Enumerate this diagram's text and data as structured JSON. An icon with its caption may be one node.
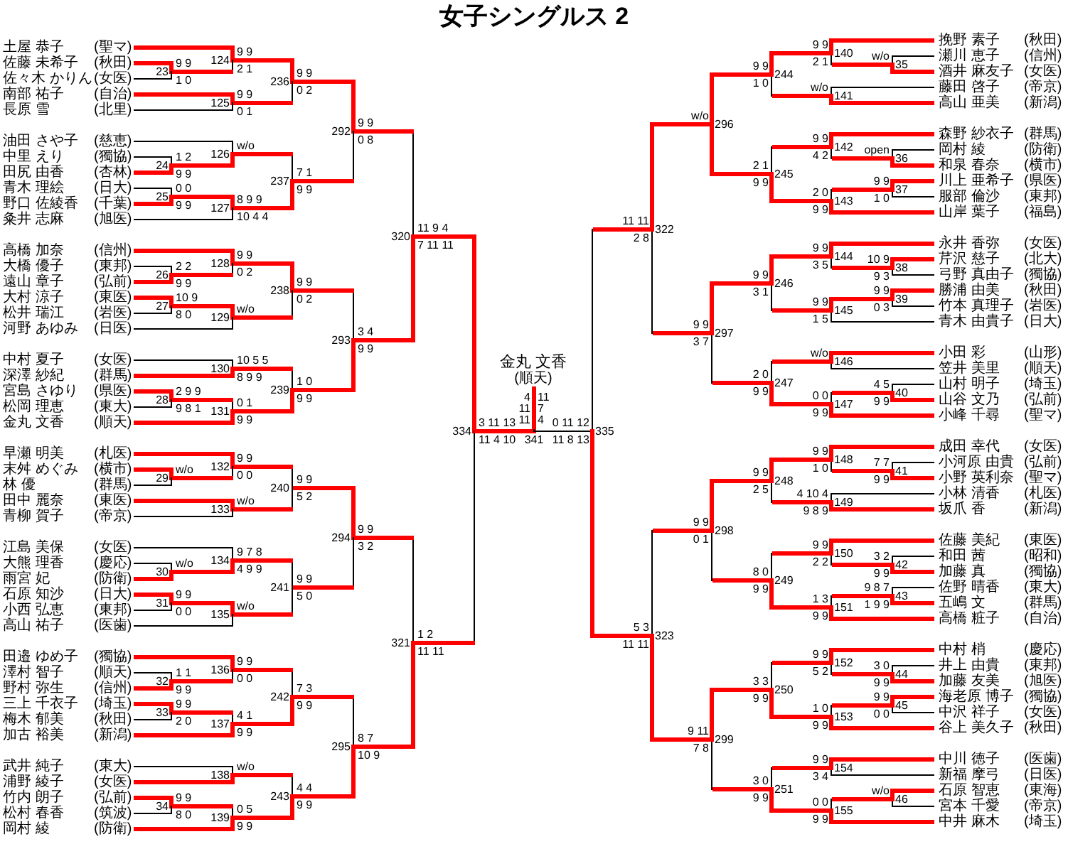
{
  "diagram": {
    "title": "女子シングルス 2",
    "nodes": [
      {
        "text": [
          "土屋 恭子",
          "(聖マ)"
        ]
      },
      {
        "text": [
          "佐藤 未希子",
          "(秋田)"
        ]
      },
      {
        "text": [
          "佐々木 かりん",
          "(女医)"
        ]
      },
      {
        "text": [
          "南部 祐子",
          "(自治)"
        ]
      },
      {
        "text": [
          "長原 雪",
          "(北里)"
        ]
      },
      {
        "text": [
          "油田 さや子",
          "(慈恵)"
        ]
      },
      {
        "text": [
          "中里 えり",
          "(獨協)"
        ]
      },
      {
        "text": [
          "田尻 由香",
          "(杏林)"
        ]
      },
      {
        "text": [
          "青木 理絵",
          "(日大)"
        ]
      },
      {
        "text": [
          "野口 佐綾香",
          "(千葉)"
        ]
      },
      {
        "text": [
          "粂井 志麻",
          "(旭医)"
        ]
      },
      {
        "text": [
          "高橋 加奈",
          "(信州)"
        ]
      },
      {
        "text": [
          "大橋 優子",
          "(東邦)"
        ]
      },
      {
        "text": [
          "遠山 章子",
          "(弘前)"
        ]
      },
      {
        "text": [
          "大村 涼子",
          "(東医)"
        ]
      },
      {
        "text": [
          "松井 瑞江",
          "(岩医)"
        ]
      },
      {
        "text": [
          "河野 あゆみ",
          "(日医)"
        ]
      },
      {
        "text": [
          "中村 夏子",
          "(女医)"
        ]
      },
      {
        "text": [
          "深澤 紗紀",
          "(群馬)"
        ]
      },
      {
        "text": [
          "宮島 さゆり",
          "(県医)"
        ]
      },
      {
        "text": [
          "松岡 理恵",
          "(東大)"
        ]
      },
      {
        "text": [
          "金丸 文香",
          "(順天)"
        ]
      },
      {
        "text": [
          "早瀬 明美",
          "(札医)"
        ]
      },
      {
        "text": [
          "末舛 めぐみ",
          "(横市)"
        ]
      },
      {
        "text": [
          "林 優",
          "(群馬)"
        ]
      },
      {
        "text": [
          "田中 麗奈",
          "(東医)"
        ]
      },
      {
        "text": [
          "青柳 賀子",
          "(帝京)"
        ]
      },
      {
        "text": [
          "江島 美保",
          "(女医)"
        ]
      },
      {
        "text": [
          "大熊 理香",
          "(慶応)"
        ]
      },
      {
        "text": [
          "雨宮 妃",
          "(防衛)"
        ]
      },
      {
        "text": [
          "石原 知沙",
          "(日大)"
        ]
      },
      {
        "text": [
          "小西 弘恵",
          "(東邦)"
        ]
      },
      {
        "text": [
          "高山 祐子",
          "(医歯)"
        ]
      },
      {
        "text": [
          "田邉 ゆめ子",
          "(獨協)"
        ]
      },
      {
        "text": [
          "澤村 智子",
          "(順天)"
        ]
      },
      {
        "text": [
          "野村 弥生",
          "(信州)"
        ]
      },
      {
        "text": [
          "三上 千衣子",
          "(埼玉)"
        ]
      },
      {
        "text": [
          "梅木 郁美",
          "(秋田)"
        ]
      },
      {
        "text": [
          "加古 裕美",
          "(新潟)"
        ]
      },
      {
        "text": [
          "武井 純子",
          "(東大)"
        ]
      },
      {
        "text": [
          "浦野 綾子",
          "(女医)"
        ]
      },
      {
        "text": [
          "竹内 朗子",
          "(弘前)"
        ]
      },
      {
        "text": [
          "松村 春香",
          "(筑波)"
        ]
      },
      {
        "text": [
          "岡村 綾",
          "(防衛)"
        ]
      },
      {
        "text": [
          "9 9",
          "1 0"
        ],
        "beside": [
          "23"
        ]
      },
      {
        "text": [
          "1 2",
          "9 9"
        ],
        "beside": [
          "24"
        ]
      },
      {
        "text": [
          "0 0",
          "9 9"
        ],
        "beside": [
          "25"
        ]
      },
      {
        "text": [
          "2 2",
          "9 9"
        ],
        "beside": [
          "26"
        ]
      },
      {
        "text": [
          "10 9",
          "8 0"
        ],
        "beside": [
          "27"
        ]
      },
      {
        "text": [
          "2 9 9",
          "9 8 1"
        ],
        "beside": [
          "28"
        ]
      },
      {
        "text": [
          "w/o"
        ],
        "beside": [
          "29"
        ]
      },
      {
        "text": [
          "w/o"
        ],
        "beside": [
          "30"
        ]
      },
      {
        "text": [
          "9 9",
          "0 0"
        ],
        "beside": [
          "31"
        ]
      },
      {
        "text": [
          "1 1",
          "9 9"
        ],
        "beside": [
          "32"
        ]
      },
      {
        "text": [
          "9 9",
          "2 0"
        ],
        "beside": [
          "33"
        ]
      },
      {
        "text": [
          "9 9",
          "8 0"
        ],
        "beside": [
          "34"
        ]
      },
      {
        "text": [
          "9 9",
          "2 1"
        ],
        "beside": [
          "124"
        ]
      },
      {
        "text": [
          "9 9",
          "0 1"
        ],
        "beside": [
          "125"
        ]
      },
      {
        "text": [
          "w/o"
        ],
        "beside": [
          "126"
        ]
      },
      {
        "text": [
          "8 9 9",
          "10 4 4"
        ],
        "beside": [
          "127"
        ]
      },
      {
        "text": [
          "9 9",
          "0 2"
        ],
        "beside": [
          "128"
        ]
      },
      {
        "text": [
          "w/o"
        ],
        "beside": [
          "129"
        ]
      },
      {
        "text": [
          "10 5 5",
          "8 9 9"
        ],
        "beside": [
          "130"
        ]
      },
      {
        "text": [
          "0 1",
          "9 9"
        ],
        "beside": [
          "131"
        ]
      },
      {
        "text": [
          "9 9",
          "0 0"
        ],
        "beside": [
          "132"
        ]
      },
      {
        "text": [
          "w/o"
        ],
        "beside": [
          "133"
        ]
      },
      {
        "text": [
          "9 7 8",
          "4 9 9"
        ],
        "beside": [
          "134"
        ]
      },
      {
        "text": [
          "w/o"
        ],
        "beside": [
          "135"
        ]
      },
      {
        "text": [
          "9 9",
          "0 0"
        ],
        "beside": [
          "136"
        ]
      },
      {
        "text": [
          "4 1",
          "9 9"
        ],
        "beside": [
          "137"
        ]
      },
      {
        "text": [
          "w/o"
        ],
        "beside": [
          "138"
        ]
      },
      {
        "text": [
          "0 5",
          "9 9"
        ],
        "beside": [
          "139"
        ]
      },
      {
        "text": [
          "9 9",
          "0 2"
        ],
        "beside": [
          "236"
        ]
      },
      {
        "text": [
          "7 1",
          "9 9"
        ],
        "beside": [
          "237"
        ]
      },
      {
        "text": [
          "9 9",
          "0 2"
        ],
        "beside": [
          "238"
        ]
      },
      {
        "text": [
          "1 0",
          "9 9"
        ],
        "beside": [
          "239"
        ]
      },
      {
        "text": [
          "9 9",
          "5 2"
        ],
        "beside": [
          "240"
        ]
      },
      {
        "text": [
          "9 9",
          "5 0"
        ],
        "beside": [
          "241"
        ]
      },
      {
        "text": [
          "7 3",
          "9 9"
        ],
        "beside": [
          "242"
        ]
      },
      {
        "text": [
          "4 4",
          "9 9"
        ],
        "beside": [
          "243"
        ]
      },
      {
        "text": [
          "9 9",
          "0 8"
        ],
        "beside": [
          "292"
        ]
      },
      {
        "text": [
          "3 4",
          "9 9"
        ],
        "beside": [
          "293"
        ]
      },
      {
        "text": [
          "9 9",
          "3 2"
        ],
        "beside": [
          "294"
        ]
      },
      {
        "text": [
          "8 7",
          "10 9"
        ],
        "beside": [
          "295"
        ]
      },
      {
        "text": [
          "11 9 4",
          "7 11 11"
        ],
        "beside": [
          "320"
        ]
      },
      {
        "text": [
          "1 2",
          "11 11"
        ],
        "beside": [
          "321"
        ]
      },
      {
        "text": [
          "3 11 13",
          "11 4 10"
        ],
        "beside": [
          "334"
        ]
      },
      {
        "text": [
          "金丸 文香",
          "(順天)"
        ]
      },
      {
        "text": [
          "4 11 11",
          "11 7 4"
        ],
        "beside": [
          "341"
        ]
      },
      {
        "text": [
          "0 11 12",
          "11 8 13"
        ],
        "beside": [
          "335"
        ]
      },
      {
        "text": [
          "11 11",
          "2 8"
        ],
        "beside": [
          "322"
        ]
      },
      {
        "text": [
          "5 3",
          "11 11"
        ],
        "beside": [
          "323"
        ]
      },
      {
        "text": [
          "w/o"
        ],
        "beside": [
          "296"
        ]
      },
      {
        "text": [
          "9 9",
          "3 7"
        ],
        "beside": [
          "297"
        ]
      },
      {
        "text": [
          "9 9",
          "0 1"
        ],
        "beside": [
          "298"
        ]
      },
      {
        "text": [
          "9 11",
          "7 8"
        ],
        "beside": [
          "299"
        ]
      },
      {
        "text": [
          "9 9",
          "1 0"
        ],
        "beside": [
          "244"
        ]
      },
      {
        "text": [
          "2 1",
          "9 9"
        ],
        "beside": [
          "245"
        ]
      },
      {
        "text": [
          "9 9",
          "3 1"
        ],
        "beside": [
          "246"
        ]
      },
      {
        "text": [
          "2 0",
          "9 9"
        ],
        "beside": [
          "247"
        ]
      },
      {
        "text": [
          "9 9",
          "2 5"
        ],
        "beside": [
          "248"
        ]
      },
      {
        "text": [
          "8 0",
          "9 9"
        ],
        "beside": [
          "249"
        ]
      },
      {
        "text": [
          "3 3",
          "9 9"
        ],
        "beside": [
          "250"
        ]
      },
      {
        "text": [
          "3 0",
          "9 9"
        ],
        "beside": [
          "251"
        ]
      },
      {
        "text": [
          "9 9",
          "2 1"
        ],
        "beside": [
          "140"
        ]
      },
      {
        "text": [
          "w/o"
        ],
        "beside": [
          "141"
        ]
      },
      {
        "text": [
          "9 9",
          "4 2"
        ],
        "beside": [
          "142"
        ]
      },
      {
        "text": [
          "2 0",
          "9 9"
        ],
        "beside": [
          "143"
        ]
      },
      {
        "text": [
          "9 9",
          "3 5"
        ],
        "beside": [
          "144"
        ]
      },
      {
        "text": [
          "9 9",
          "1 5"
        ],
        "beside": [
          "145"
        ]
      },
      {
        "text": [
          "w/o"
        ],
        "beside": [
          "146"
        ]
      },
      {
        "text": [
          "0 0",
          "9 9"
        ],
        "beside": [
          "147"
        ]
      },
      {
        "text": [
          "9 9",
          "1 0"
        ],
        "beside": [
          "148"
        ]
      },
      {
        "text": [
          "4 10 4",
          "9 8 9"
        ],
        "beside": [
          "149"
        ]
      },
      {
        "text": [
          "9 9",
          "2 2"
        ],
        "beside": [
          "150"
        ]
      },
      {
        "text": [
          "1 3",
          "9 9"
        ],
        "beside": [
          "151"
        ]
      },
      {
        "text": [
          "9 9",
          "5 2"
        ],
        "beside": [
          "152"
        ]
      },
      {
        "text": [
          "1 0",
          "9 9"
        ],
        "beside": [
          "153"
        ]
      },
      {
        "text": [
          "9 9",
          "3 4"
        ],
        "beside": [
          "154"
        ]
      },
      {
        "text": [
          "0 0",
          "9 9"
        ],
        "beside": [
          "155"
        ]
      },
      {
        "text": [
          "w/o"
        ],
        "beside": [
          "35"
        ]
      },
      {
        "text": [
          "open"
        ],
        "beside": [
          "36"
        ]
      },
      {
        "text": [
          "9 9",
          "1 0"
        ],
        "beside": [
          "37"
        ]
      },
      {
        "text": [
          "10 9",
          "9 3"
        ],
        "beside": [
          "38"
        ]
      },
      {
        "text": [
          "9 9",
          "0 3"
        ],
        "beside": [
          "39"
        ]
      },
      {
        "text": [
          "4 5",
          "9 9"
        ],
        "beside": [
          "40"
        ]
      },
      {
        "text": [
          "7 7",
          "9 9"
        ],
        "beside": [
          "41"
        ]
      },
      {
        "text": [
          "3 2",
          "9 9"
        ],
        "beside": [
          "42"
        ]
      },
      {
        "text": [
          "9 8 7",
          "1 9 9"
        ],
        "beside": [
          "43"
        ]
      },
      {
        "text": [
          "3 0",
          "9 9"
        ],
        "beside": [
          "44"
        ]
      },
      {
        "text": [
          "9 9",
          "0 0"
        ],
        "beside": [
          "45"
        ]
      },
      {
        "text": [
          "w/o"
        ],
        "beside": [
          "46"
        ]
      },
      {
        "text": [
          "挽野 素子",
          "(秋田)"
        ]
      },
      {
        "text": [
          "瀬川 恵子",
          "(信州)"
        ]
      },
      {
        "text": [
          "酒井 麻友子",
          "(女医)"
        ]
      },
      {
        "text": [
          "藤田 啓子",
          "(帝京)"
        ]
      },
      {
        "text": [
          "高山 亜美",
          "(新潟)"
        ]
      },
      {
        "text": [
          "森野 紗衣子",
          "(群馬)"
        ]
      },
      {
        "text": [
          "岡村 綾",
          "(防衛)"
        ]
      },
      {
        "text": [
          "和泉 春奈",
          "(横市)"
        ]
      },
      {
        "text": [
          "川上 亜希子",
          "(県医)"
        ]
      },
      {
        "text": [
          "服部 倫沙",
          "(東邦)"
        ]
      },
      {
        "text": [
          "山岸 葉子",
          "(福島)"
        ]
      },
      {
        "text": [
          "永井 香弥",
          "(女医)"
        ]
      },
      {
        "text": [
          "芹沢 慈子",
          "(北大)"
        ]
      },
      {
        "text": [
          "弓野 真由子",
          "(獨協)"
        ]
      },
      {
        "text": [
          "勝浦 由美",
          "(秋田)"
        ]
      },
      {
        "text": [
          "竹本 真理子",
          "(岩医)"
        ]
      },
      {
        "text": [
          "青木 由貴子",
          "(日大)"
        ]
      },
      {
        "text": [
          "小田 彩",
          "(山形)"
        ]
      },
      {
        "text": [
          "笠井 美里",
          "(順天)"
        ]
      },
      {
        "text": [
          "山村 明子",
          "(埼玉)"
        ]
      },
      {
        "text": [
          "山谷 文乃",
          "(弘前)"
        ]
      },
      {
        "text": [
          "小峰 千尋",
          "(聖マ)"
        ]
      },
      {
        "text": [
          "成田 幸代",
          "(女医)"
        ]
      },
      {
        "text": [
          "小河原 由貴",
          "(弘前)"
        ]
      },
      {
        "text": [
          "小野 英利奈",
          "(聖マ)"
        ]
      },
      {
        "text": [
          "小林 清香",
          "(札医)"
        ]
      },
      {
        "text": [
          "坂爪 香",
          "(新潟)"
        ]
      },
      {
        "text": [
          "佐藤 美紀",
          "(東医)"
        ]
      },
      {
        "text": [
          "和田 茜",
          "(昭和)"
        ]
      },
      {
        "text": [
          "加藤 真",
          "(獨協)"
        ]
      },
      {
        "text": [
          "佐野 晴香",
          "(東大)"
        ]
      },
      {
        "text": [
          "五嶋 文",
          "(群馬)"
        ]
      },
      {
        "text": [
          "高橋 粧子",
          "(自治)"
        ]
      },
      {
        "text": [
          "中村 梢",
          "(慶応)"
        ]
      },
      {
        "text": [
          "井上 由貴",
          "(東邦)"
        ]
      },
      {
        "text": [
          "加藤 友美",
          "(旭医)"
        ]
      },
      {
        "text": [
          "海老原 博子",
          "(獨協)"
        ]
      },
      {
        "text": [
          "中沢 祥子",
          "(女医)"
        ]
      },
      {
        "text": [
          "谷上 美久子",
          "(秋田)"
        ]
      },
      {
        "text": [
          "中川 徳子",
          "(医歯)"
        ]
      },
      {
        "text": [
          "新福 摩弓",
          "(日医)"
        ]
      },
      {
        "text": [
          "石原 智恵",
          "(東海)"
        ]
      },
      {
        "text": [
          "宮本 千愛",
          "(帝京)"
        ]
      },
      {
        "text": [
          "中井 麻木",
          "(埼玉)"
        ]
      }
    ],
    "edges": [
      {
        "from": 1,
        "to": 44,
        "arrow": "none",
        "style": "thick",
        "color": "#ff0000"
      },
      {
        "from": 2,
        "to": 44,
        "arrow": "none"
      },
      {
        "from": 6,
        "to": 45,
        "arrow": "none"
      },
      {
        "from": 7,
        "to": 45,
        "arrow": "none",
        "style": "thick",
        "color": "#ff0000"
      },
      {
        "from": 8,
        "to": 46,
        "arrow": "none"
      },
      {
        "from": 9,
        "to": 46,
        "arrow": "none",
        "style": "thick",
        "color": "#ff0000"
      },
      {
        "from": 12,
        "to": 47,
        "arrow": "none"
      },
      {
        "from": 13,
        "to": 47,
        "arrow": "none",
        "style": "thick",
        "color": "#ff0000"
      },
      {
        "from": 14,
        "to": 48,
        "arrow": "none",
        "style": "thick",
        "color": "#ff0000"
      },
      {
        "from": 15,
        "to": 48,
        "arrow": "none"
      },
      {
        "from": 19,
        "to": 49,
        "arrow": "none",
        "style": "thick",
        "color": "#ff0000"
      },
      {
        "from": 20,
        "to": 49,
        "arrow": "none"
      },
      {
        "from": 23,
        "to": 50,
        "arrow": "none",
        "style": "thick",
        "color": "#ff0000"
      },
      {
        "from": 24,
        "to": 50,
        "arrow": "none"
      },
      {
        "from": 28,
        "to": 51,
        "arrow": "none"
      },
      {
        "from": 29,
        "to": 51,
        "arrow": "none",
        "style": "thick",
        "color": "#ff0000"
      },
      {
        "from": 30,
        "to": 52,
        "arrow": "none",
        "style": "thick",
        "color": "#ff0000"
      },
      {
        "from": 31,
        "to": 52,
        "arrow": "none"
      },
      {
        "from": 34,
        "to": 53,
        "arrow": "none"
      },
      {
        "from": 35,
        "to": 53,
        "arrow": "none",
        "style": "thick",
        "color": "#ff0000"
      },
      {
        "from": 36,
        "to": 54,
        "arrow": "none",
        "style": "thick",
        "color": "#ff0000"
      },
      {
        "from": 37,
        "to": 54,
        "arrow": "none"
      },
      {
        "from": 41,
        "to": 55,
        "arrow": "none",
        "style": "thick",
        "color": "#ff0000"
      },
      {
        "from": 42,
        "to": 55,
        "arrow": "none"
      },
      {
        "from": 0,
        "to": 56,
        "arrow": "none",
        "style": "thick",
        "color": "#ff0000"
      },
      {
        "from": 44,
        "to": 56,
        "arrow": "none"
      },
      {
        "from": 3,
        "to": 57,
        "arrow": "none",
        "style": "thick",
        "color": "#ff0000"
      },
      {
        "from": 4,
        "to": 57,
        "arrow": "none"
      },
      {
        "from": 5,
        "to": 58,
        "arrow": "none"
      },
      {
        "from": 45,
        "to": 58,
        "arrow": "none",
        "style": "thick",
        "color": "#ff0000"
      },
      {
        "from": 46,
        "to": 59,
        "arrow": "none",
        "style": "thick",
        "color": "#ff0000"
      },
      {
        "from": 10,
        "to": 59,
        "arrow": "none"
      },
      {
        "from": 11,
        "to": 60,
        "arrow": "none",
        "style": "thick",
        "color": "#ff0000"
      },
      {
        "from": 47,
        "to": 60,
        "arrow": "none"
      },
      {
        "from": 48,
        "to": 61,
        "arrow": "none",
        "style": "thick",
        "color": "#ff0000"
      },
      {
        "from": 16,
        "to": 61,
        "arrow": "none"
      },
      {
        "from": 17,
        "to": 62,
        "arrow": "none"
      },
      {
        "from": 18,
        "to": 62,
        "arrow": "none",
        "style": "thick",
        "color": "#ff0000"
      },
      {
        "from": 49,
        "to": 63,
        "arrow": "none"
      },
      {
        "from": 21,
        "to": 63,
        "arrow": "none",
        "style": "thick",
        "color": "#ff0000"
      },
      {
        "from": 22,
        "to": 64,
        "arrow": "none",
        "style": "thick",
        "color": "#ff0000"
      },
      {
        "from": 50,
        "to": 64,
        "arrow": "none"
      },
      {
        "from": 25,
        "to": 65,
        "arrow": "none",
        "style": "thick",
        "color": "#ff0000"
      },
      {
        "from": 26,
        "to": 65,
        "arrow": "none"
      },
      {
        "from": 27,
        "to": 66,
        "arrow": "none"
      },
      {
        "from": 51,
        "to": 66,
        "arrow": "none",
        "style": "thick",
        "color": "#ff0000"
      },
      {
        "from": 52,
        "to": 67,
        "arrow": "none",
        "style": "thick",
        "color": "#ff0000"
      },
      {
        "from": 32,
        "to": 67,
        "arrow": "none"
      },
      {
        "from": 33,
        "to": 68,
        "arrow": "none",
        "style": "thick",
        "color": "#ff0000"
      },
      {
        "from": 53,
        "to": 68,
        "arrow": "none"
      },
      {
        "from": 54,
        "to": 69,
        "arrow": "none"
      },
      {
        "from": 38,
        "to": 69,
        "arrow": "none",
        "style": "thick",
        "color": "#ff0000"
      },
      {
        "from": 39,
        "to": 70,
        "arrow": "none"
      },
      {
        "from": 40,
        "to": 70,
        "arrow": "none",
        "style": "thick",
        "color": "#ff0000"
      },
      {
        "from": 55,
        "to": 71,
        "arrow": "none"
      },
      {
        "from": 43,
        "to": 71,
        "arrow": "none",
        "style": "thick",
        "color": "#ff0000"
      },
      {
        "from": 56,
        "to": 72,
        "arrow": "none",
        "style": "thick",
        "color": "#ff0000"
      },
      {
        "from": 57,
        "to": 72,
        "arrow": "none"
      },
      {
        "from": 58,
        "to": 73,
        "arrow": "none"
      },
      {
        "from": 59,
        "to": 73,
        "arrow": "none",
        "style": "thick",
        "color": "#ff0000"
      },
      {
        "from": 60,
        "to": 74,
        "arrow": "none",
        "style": "thick",
        "color": "#ff0000"
      },
      {
        "from": 61,
        "to": 74,
        "arrow": "none"
      },
      {
        "from": 62,
        "to": 75,
        "arrow": "none"
      },
      {
        "from": 63,
        "to": 75,
        "arrow": "none",
        "style": "thick",
        "color": "#ff0000"
      },
      {
        "from": 64,
        "to": 76,
        "arrow": "none"
      },
      {
        "from": 65,
        "to": 76,
        "arrow": "none"
      },
      {
        "from": 66,
        "to": 77,
        "arrow": "none"
      },
      {
        "from": 67,
        "to": 77,
        "arrow": "none"
      },
      {
        "from": 68,
        "to": 78,
        "arrow": "none"
      },
      {
        "from": 69,
        "to": 78,
        "arrow": "none",
        "style": "thick",
        "color": "#ff0000"
      },
      {
        "from": 70,
        "to": 79,
        "arrow": "none"
      },
      {
        "from": 71,
        "to": 79,
        "arrow": "none",
        "style": "thick",
        "color": "#ff0000"
      },
      {
        "from": 72,
        "to": 80,
        "arrow": "none",
        "style": "thick",
        "color": "#ff0000"
      },
      {
        "from": 73,
        "to": 80,
        "arrow": "none"
      },
      {
        "from": 74,
        "to": 81,
        "arrow": "none"
      },
      {
        "from": 75,
        "to": 81,
        "arrow": "none",
        "style": "thick",
        "color": "#ff0000"
      },
      {
        "from": 76,
        "to": 82,
        "arrow": "none",
        "style": "thick",
        "color": "#ff0000"
      },
      {
        "from": 77,
        "to": 82,
        "arrow": "none"
      },
      {
        "from": 78,
        "to": 83,
        "arrow": "none"
      },
      {
        "from": 79,
        "to": 83,
        "arrow": "none",
        "style": "thick",
        "color": "#ff0000"
      },
      {
        "from": 80,
        "to": 84,
        "arrow": "none"
      },
      {
        "from": 81,
        "to": 84,
        "arrow": "none",
        "style": "thick",
        "color": "#ff0000"
      },
      {
        "from": 82,
        "to": 85,
        "arrow": "none"
      },
      {
        "from": 83,
        "to": 85,
        "arrow": "none",
        "style": "thick",
        "color": "#ff0000"
      },
      {
        "from": 84,
        "to": 86,
        "arrow": "none",
        "style": "thick",
        "color": "#ff0000"
      },
      {
        "from": 85,
        "to": 86,
        "arrow": "none"
      },
      {
        "from": 86,
        "to": 88,
        "arrow": "none",
        "style": "thick",
        "color": "#ff0000"
      },
      {
        "from": 89,
        "to": 88,
        "arrow": "none"
      },
      {
        "from": 90,
        "to": 89,
        "arrow": "none"
      },
      {
        "from": 91,
        "to": 89,
        "arrow": "none",
        "style": "thick",
        "color": "#ff0000"
      },
      {
        "from": 92,
        "to": 90,
        "arrow": "none",
        "style": "thick",
        "color": "#ff0000"
      },
      {
        "from": 93,
        "to": 90,
        "arrow": "none"
      },
      {
        "from": 94,
        "to": 91,
        "arrow": "none"
      },
      {
        "from": 95,
        "to": 91,
        "arrow": "none",
        "style": "thick",
        "color": "#ff0000"
      },
      {
        "from": 96,
        "to": 92,
        "arrow": "none",
        "style": "thick",
        "color": "#ff0000"
      },
      {
        "from": 97,
        "to": 92,
        "arrow": "none",
        "style": "thick",
        "color": "#ff0000"
      },
      {
        "from": 98,
        "to": 93,
        "arrow": "none",
        "style": "thick",
        "color": "#ff0000"
      },
      {
        "from": 99,
        "to": 93,
        "arrow": "none"
      },
      {
        "from": 100,
        "to": 94,
        "arrow": "none",
        "style": "thick",
        "color": "#ff0000"
      },
      {
        "from": 101,
        "to": 94,
        "arrow": "none"
      },
      {
        "from": 102,
        "to": 95,
        "arrow": "none",
        "style": "thick",
        "color": "#ff0000"
      },
      {
        "from": 103,
        "to": 95,
        "arrow": "none"
      },
      {
        "from": 104,
        "to": 96,
        "arrow": "none",
        "style": "thick",
        "color": "#ff0000"
      },
      {
        "from": 105,
        "to": 96,
        "arrow": "none"
      },
      {
        "from": 106,
        "to": 97,
        "arrow": "none"
      },
      {
        "from": 107,
        "to": 97,
        "arrow": "none",
        "style": "thick",
        "color": "#ff0000"
      },
      {
        "from": 108,
        "to": 98,
        "arrow": "none",
        "style": "thick",
        "color": "#ff0000"
      },
      {
        "from": 109,
        "to": 98,
        "arrow": "none"
      },
      {
        "from": 110,
        "to": 99,
        "arrow": "none"
      },
      {
        "from": 111,
        "to": 99,
        "arrow": "none",
        "style": "thick",
        "color": "#ff0000"
      },
      {
        "from": 112,
        "to": 100,
        "arrow": "none",
        "style": "thick",
        "color": "#ff0000"
      },
      {
        "from": 113,
        "to": 100,
        "arrow": "none"
      },
      {
        "from": 114,
        "to": 101,
        "arrow": "none"
      },
      {
        "from": 115,
        "to": 101,
        "arrow": "none",
        "style": "thick",
        "color": "#ff0000"
      },
      {
        "from": 116,
        "to": 102,
        "arrow": "none"
      },
      {
        "from": 117,
        "to": 102,
        "arrow": "none",
        "style": "thick",
        "color": "#ff0000"
      },
      {
        "from": 118,
        "to": 103,
        "arrow": "none"
      },
      {
        "from": 119,
        "to": 103,
        "arrow": "none",
        "style": "thick",
        "color": "#ff0000"
      },
      {
        "from": 132,
        "to": 104,
        "arrow": "none",
        "style": "thick",
        "color": "#ff0000"
      },
      {
        "from": 120,
        "to": 104,
        "arrow": "none"
      },
      {
        "from": 135,
        "to": 105,
        "arrow": "none"
      },
      {
        "from": 136,
        "to": 105,
        "arrow": "none",
        "style": "thick",
        "color": "#ff0000"
      },
      {
        "from": 137,
        "to": 106,
        "arrow": "none",
        "style": "thick",
        "color": "#ff0000"
      },
      {
        "from": 121,
        "to": 106,
        "arrow": "none"
      },
      {
        "from": 122,
        "to": 107,
        "arrow": "none"
      },
      {
        "from": 142,
        "to": 107,
        "arrow": "none",
        "style": "thick",
        "color": "#ff0000"
      },
      {
        "from": 143,
        "to": 108,
        "arrow": "none",
        "style": "thick",
        "color": "#ff0000"
      },
      {
        "from": 123,
        "to": 108,
        "arrow": "none"
      },
      {
        "from": 124,
        "to": 109,
        "arrow": "none",
        "style": "thick",
        "color": "#ff0000"
      },
      {
        "from": 148,
        "to": 109,
        "arrow": "none"
      },
      {
        "from": 149,
        "to": 110,
        "arrow": "none",
        "style": "thick",
        "color": "#ff0000"
      },
      {
        "from": 150,
        "to": 110,
        "arrow": "none"
      },
      {
        "from": 125,
        "to": 111,
        "arrow": "none"
      },
      {
        "from": 153,
        "to": 111,
        "arrow": "none",
        "style": "thick",
        "color": "#ff0000"
      },
      {
        "from": 154,
        "to": 112,
        "arrow": "none",
        "style": "thick",
        "color": "#ff0000"
      },
      {
        "from": 126,
        "to": 112,
        "arrow": "none"
      },
      {
        "from": 157,
        "to": 113,
        "arrow": "none"
      },
      {
        "from": 158,
        "to": 113,
        "arrow": "none",
        "style": "thick",
        "color": "#ff0000"
      },
      {
        "from": 159,
        "to": 114,
        "arrow": "none",
        "style": "thick",
        "color": "#ff0000"
      },
      {
        "from": 127,
        "to": 114,
        "arrow": "none"
      },
      {
        "from": 128,
        "to": 115,
        "arrow": "none"
      },
      {
        "from": 164,
        "to": 115,
        "arrow": "none",
        "style": "thick",
        "color": "#ff0000"
      },
      {
        "from": 165,
        "to": 116,
        "arrow": "none",
        "style": "thick",
        "color": "#ff0000"
      },
      {
        "from": 129,
        "to": 116,
        "arrow": "none"
      },
      {
        "from": 130,
        "to": 117,
        "arrow": "none"
      },
      {
        "from": 170,
        "to": 117,
        "arrow": "none",
        "style": "thick",
        "color": "#ff0000"
      },
      {
        "from": 171,
        "to": 118,
        "arrow": "none",
        "style": "thick",
        "color": "#ff0000"
      },
      {
        "from": 172,
        "to": 118,
        "arrow": "none"
      },
      {
        "from": 131,
        "to": 119,
        "arrow": "none"
      },
      {
        "from": 175,
        "to": 119,
        "arrow": "none",
        "style": "thick",
        "color": "#ff0000"
      },
      {
        "from": 133,
        "to": 120,
        "arrow": "none"
      },
      {
        "from": 134,
        "to": 120,
        "arrow": "none",
        "style": "thick",
        "color": "#ff0000"
      },
      {
        "from": 138,
        "to": 121,
        "arrow": "none"
      },
      {
        "from": 139,
        "to": 121,
        "arrow": "none",
        "style": "thick",
        "color": "#ff0000"
      },
      {
        "from": 140,
        "to": 122,
        "arrow": "none",
        "style": "thick",
        "color": "#ff0000"
      },
      {
        "from": 141,
        "to": 122,
        "arrow": "none"
      },
      {
        "from": 144,
        "to": 123,
        "arrow": "none",
        "style": "thick",
        "color": "#ff0000"
      },
      {
        "from": 145,
        "to": 123,
        "arrow": "none"
      },
      {
        "from": 146,
        "to": 124,
        "arrow": "none",
        "style": "thick",
        "color": "#ff0000"
      },
      {
        "from": 147,
        "to": 124,
        "arrow": "none"
      },
      {
        "from": 151,
        "to": 125,
        "arrow": "none"
      },
      {
        "from": 152,
        "to": 125,
        "arrow": "none",
        "style": "thick",
        "color": "#ff0000"
      },
      {
        "from": 155,
        "to": 126,
        "arrow": "none"
      },
      {
        "from": 156,
        "to": 126,
        "arrow": "none",
        "style": "thick",
        "color": "#ff0000"
      },
      {
        "from": 160,
        "to": 127,
        "arrow": "none"
      },
      {
        "from": 161,
        "to": 127,
        "arrow": "none",
        "style": "thick",
        "color": "#ff0000"
      },
      {
        "from": 162,
        "to": 128,
        "arrow": "none"
      },
      {
        "from": 163,
        "to": 128,
        "arrow": "none",
        "style": "thick",
        "color": "#ff0000"
      },
      {
        "from": 166,
        "to": 129,
        "arrow": "none"
      },
      {
        "from": 167,
        "to": 129,
        "arrow": "none",
        "style": "thick",
        "color": "#ff0000"
      },
      {
        "from": 168,
        "to": 130,
        "arrow": "none",
        "style": "thick",
        "color": "#ff0000"
      },
      {
        "from": 169,
        "to": 130,
        "arrow": "none"
      },
      {
        "from": 173,
        "to": 131,
        "arrow": "none",
        "style": "thick",
        "color": "#ff0000"
      },
      {
        "from": 174,
        "to": 131,
        "arrow": "none"
      }
    ]
  }
}
